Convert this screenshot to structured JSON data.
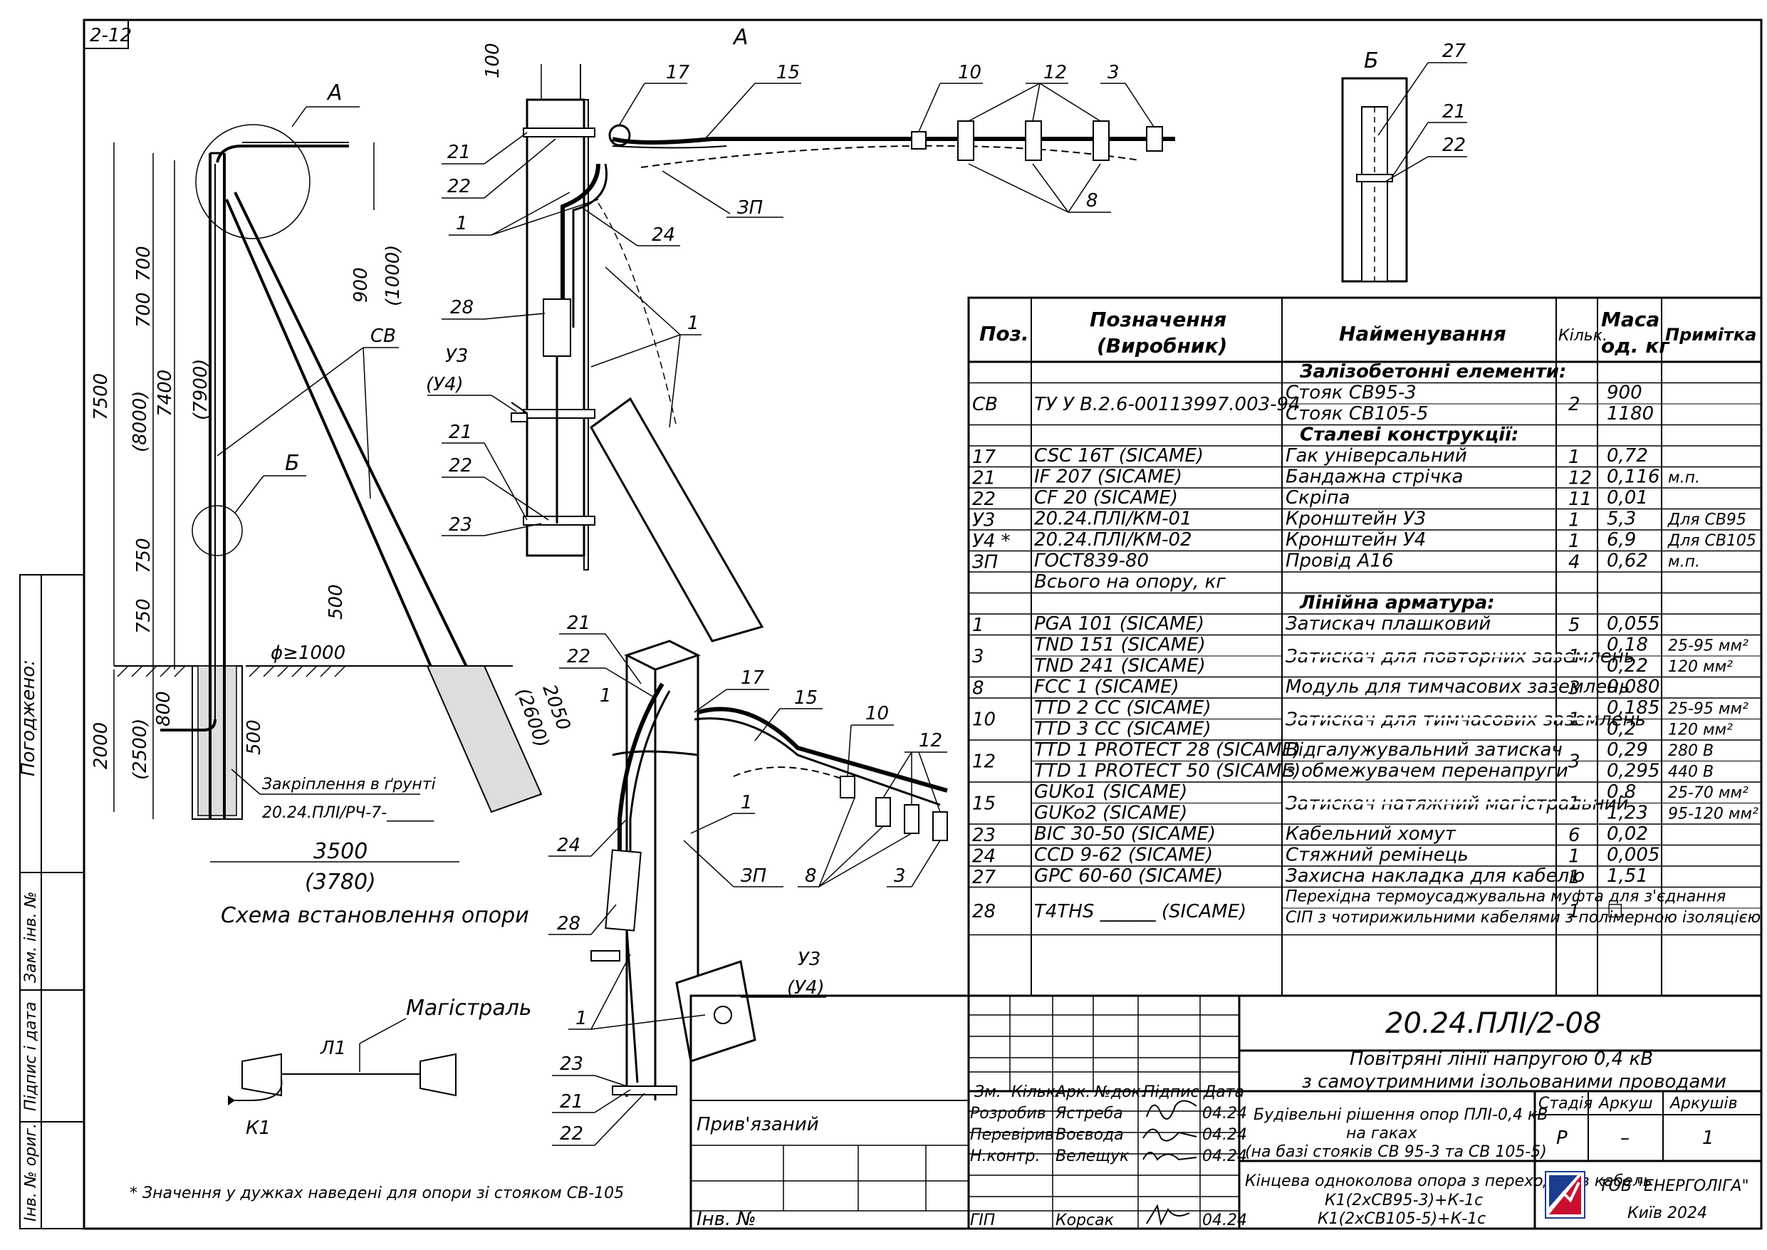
{
  "sheet": {
    "code": "2-12",
    "agree_label": "Погоджено:",
    "left_strip": [
      "Інв. № ориг.",
      "Підпис і дата",
      "Зам. інв. №"
    ],
    "inv_label": "Інв. №",
    "bound_label": "Прив'язаний"
  },
  "drawing": {
    "scheme_caption": "Схема встановлення опори",
    "footnote": "* Значення у дужках наведені для опори зі стояком СВ-105",
    "fixing_label": "Закріплення в ґрунті",
    "fixing_code": "20.24.ПЛІ/РЧ-7-______",
    "view_a": "А",
    "view_b": "Б",
    "label_sv": "СВ",
    "label_u3": "У3",
    "label_u4": "(У4)",
    "label_zp": "ЗП",
    "magistral": "Магістраль",
    "l1": "Л1",
    "k1": "К1",
    "dims": {
      "d100": "100",
      "d900": "900",
      "d1000": "(1000)",
      "d700a": "700",
      "d700b": "700",
      "d7500": "7500",
      "d8000": "(8000)",
      "d7400": "7400",
      "d7900": "(7900)",
      "d750a": "750",
      "d750b": "750",
      "d500a": "500",
      "d500b": "500",
      "d800": "800",
      "d2000": "2000",
      "d2500": "(2500)",
      "d2050": "2050",
      "d2600": "(2600)",
      "d3500": "3500",
      "d3780": "(3780)",
      "dphi": "ϕ≥1000"
    },
    "callouts": [
      "1",
      "3",
      "8",
      "10",
      "12",
      "15",
      "17",
      "21",
      "22",
      "23",
      "24",
      "27",
      "28"
    ]
  },
  "table": {
    "headers": {
      "pos": "Поз.",
      "designation": "Позначення (Виробник)",
      "name": "Найменування",
      "qty": "Кільк.",
      "mass": "Маса од. кг",
      "note": "Примітка"
    },
    "sections": {
      "concrete": "Залізобетонні елементи:",
      "steel": "Сталеві конструкції:",
      "fittings": "Лінійна арматура:"
    },
    "rows": [
      {
        "pos": "СВ",
        "des": [
          "ТУ У В.2.6-00113997.003-94"
        ],
        "name": [
          "Стояк СВ95-3",
          "Стояк СВ105-5"
        ],
        "qty": "2",
        "mass": [
          "900",
          "1180"
        ],
        "note": [
          "",
          ""
        ]
      },
      {
        "pos": "17",
        "des": [
          "CSC 16T (SICAME)"
        ],
        "name": [
          "Гак універсальний"
        ],
        "qty": "1",
        "mass": [
          "0,72"
        ],
        "note": [
          ""
        ]
      },
      {
        "pos": "21",
        "des": [
          "IF 207 (SICAME)"
        ],
        "name": [
          "Бандажна стрічка"
        ],
        "qty": "12",
        "mass": [
          "0,116"
        ],
        "note": [
          "м.п."
        ]
      },
      {
        "pos": "22",
        "des": [
          "CF 20 (SICAME)"
        ],
        "name": [
          "Скріпа"
        ],
        "qty": "11",
        "mass": [
          "0,01"
        ],
        "note": [
          ""
        ]
      },
      {
        "pos": "У3",
        "des": [
          "20.24.ПЛІ/КМ-01"
        ],
        "name": [
          "Кронштейн У3"
        ],
        "qty": "1",
        "mass": [
          "5,3"
        ],
        "note": [
          "Для СВ95"
        ]
      },
      {
        "pos": "У4 *",
        "des": [
          "20.24.ПЛІ/КМ-02"
        ],
        "name": [
          "Кронштейн У4"
        ],
        "qty": "1",
        "mass": [
          "6,9"
        ],
        "note": [
          "Для СВ105"
        ]
      },
      {
        "pos": "ЗП",
        "des": [
          "ГОСТ839-80"
        ],
        "name": [
          "Провід А16"
        ],
        "qty": "4",
        "mass": [
          "0,62"
        ],
        "note": [
          "м.п."
        ]
      },
      {
        "pos": "",
        "des": [
          "Всього на опору, кг"
        ],
        "name": [
          ""
        ],
        "qty": "",
        "mass": [
          ""
        ],
        "note": [
          ""
        ]
      },
      {
        "pos": "1",
        "des": [
          "PGA 101 (SICAME)"
        ],
        "name": [
          "Затискач плашковий"
        ],
        "qty": "5",
        "mass": [
          "0,055"
        ],
        "note": [
          ""
        ]
      },
      {
        "pos": "3",
        "des": [
          "TND 151 (SICAME)",
          "TND 241 (SICAME)"
        ],
        "name": [
          "Затискач для повторних заземлень"
        ],
        "qty": "1",
        "mass": [
          "0,18",
          "0,22"
        ],
        "note": [
          "25-95 мм²",
          "120 мм²"
        ]
      },
      {
        "pos": "8",
        "des": [
          "FCC 1 (SICAME)"
        ],
        "name": [
          "Модуль для тимчасових заземлень"
        ],
        "qty": "3",
        "mass": [
          "0,080"
        ],
        "note": [
          ""
        ]
      },
      {
        "pos": "10",
        "des": [
          "TTD 2 CC (SICAME)",
          "TTD 3 CC (SICAME)"
        ],
        "name": [
          "Затискач для тимчасових заземлень"
        ],
        "qty": "1",
        "mass": [
          "0,185",
          "0,2"
        ],
        "note": [
          "25-95 мм²",
          "120 мм²"
        ]
      },
      {
        "pos": "12",
        "des": [
          "TTD 1 PROTECT 28 (SICAME)",
          "TTD 1 PROTECT 50 (SICAME)"
        ],
        "name": [
          "Відгалужувальний затискач",
          "з обмежувачем перенапруги"
        ],
        "qty": "3",
        "mass": [
          "0,29",
          "0,295"
        ],
        "note": [
          "280 В",
          "440 В"
        ]
      },
      {
        "pos": "15",
        "des": [
          "GUKo1 (SICAME)",
          "GUKo2 (SICAME)"
        ],
        "name": [
          "Затискач натяжний магістральний"
        ],
        "qty": "1",
        "mass": [
          "0,8",
          "1,23"
        ],
        "note": [
          "25-70 мм²",
          "95-120 мм²"
        ]
      },
      {
        "pos": "23",
        "des": [
          "BIC 30-50 (SICAME)"
        ],
        "name": [
          "Кабельний хомут"
        ],
        "qty": "6",
        "mass": [
          "0,02"
        ],
        "note": [
          ""
        ]
      },
      {
        "pos": "24",
        "des": [
          "CCD 9-62 (SICAME)"
        ],
        "name": [
          "Стяжний ремінець"
        ],
        "qty": "1",
        "mass": [
          "0,005"
        ],
        "note": [
          ""
        ]
      },
      {
        "pos": "27",
        "des": [
          "GPC 60-60 (SICAME)"
        ],
        "name": [
          "Захисна накладка для кабелю"
        ],
        "qty": "1",
        "mass": [
          "1,51"
        ],
        "note": [
          ""
        ]
      },
      {
        "pos": "28",
        "des": [
          "T4THS ______ (SICAME)"
        ],
        "name": [
          "Перехідна термоусаджувальна муфта для з'єднання",
          "СІП з чотирижильними кабелями з полімерною ізоляцією"
        ],
        "qty": "1",
        "mass": [
          "☐"
        ],
        "note": [
          ""
        ]
      }
    ]
  },
  "title_block": {
    "doc_code": "20.24.ПЛІ/2-08",
    "title1": "Повітряні лінії напругою 0,4 кВ",
    "title2": "з самоутримними ізольованими проводами",
    "sub1": "Будівельні рішення опор ПЛІ-0,4 кВ",
    "sub2": "на гаках",
    "sub3": "(на базі стояків СВ 95-3 та СВ 105-5)",
    "sheet_name1": "Кінцева одноколова опора з переходом в кабель",
    "sheet_name2": "К1(2хСВ95-3)+К-1с",
    "sheet_name3": "К1(2хСВ105-5)+К-1с",
    "col_headers": [
      "Зм.",
      "Кільк.",
      "Арк.",
      "№док.",
      "Підпис",
      "Дата"
    ],
    "stage_label": "Стадія",
    "sheet_label": "Аркуш",
    "sheets_label": "Аркушів",
    "stage": "Р",
    "sheet": "–",
    "sheets": "1",
    "roles": [
      {
        "role": "Розробив",
        "name": "Ястреба",
        "date": "04.24"
      },
      {
        "role": "Перевірив",
        "name": "Воєвода",
        "date": "04.24"
      },
      {
        "role": "Н.контр.",
        "name": "Велещук",
        "date": "04.24"
      },
      {
        "role": "ГІП",
        "name": "Корсак",
        "date": "04.24"
      }
    ],
    "company": "ТОВ \"ЕНЕРГОЛІГА\"",
    "city": "Київ 2024"
  }
}
